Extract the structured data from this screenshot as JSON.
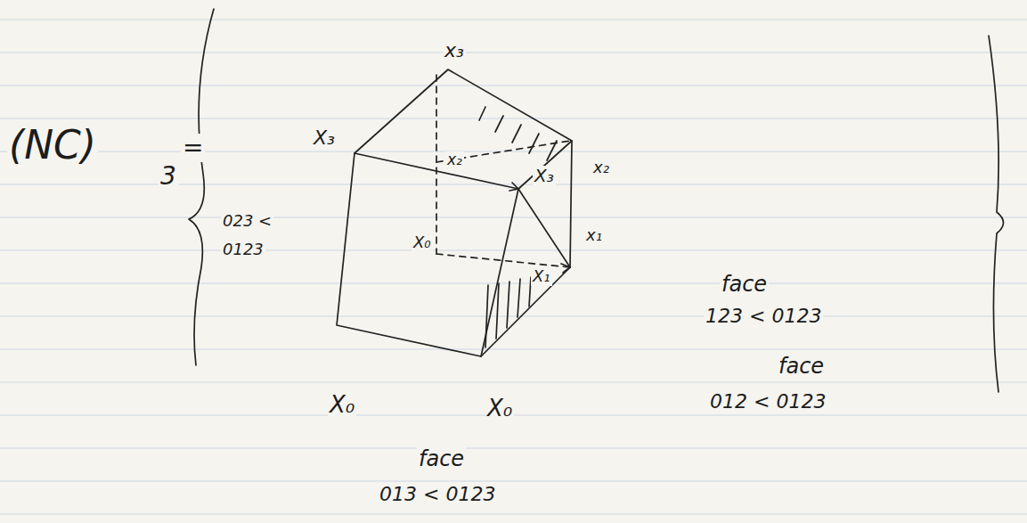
{
  "diagram": {
    "labels": [
      "(NC)",
      "3",
      "=",
      "x₃",
      "X₃",
      "x₂",
      "X₃",
      "x₂",
      "X₀",
      "x₁",
      "X₁",
      "X₀",
      "X₀",
      "023 <",
      "0123",
      "face",
      "123 < 0123",
      "face",
      "012 < 0123",
      "face",
      "013 < 0123"
    ]
  }
}
